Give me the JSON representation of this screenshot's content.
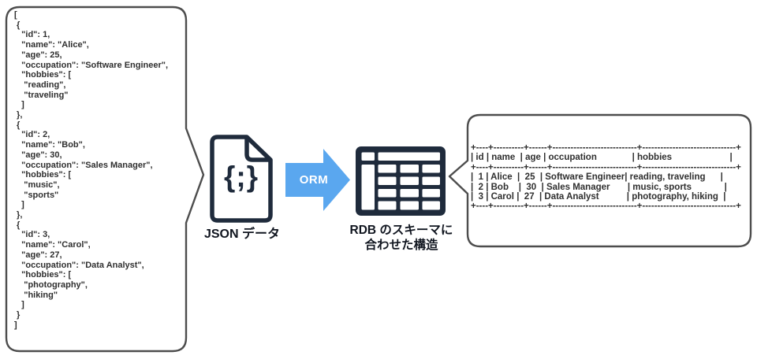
{
  "colors": {
    "icon_navy": "#1f2b3c",
    "arrow_blue": "#5aa7ef",
    "bubble_border": "#4d4d4d",
    "code_text": "#2f2f2f",
    "label_text": "#10151f",
    "background": "#ffffff"
  },
  "left_bubble": {
    "json_lines": [
      "[",
      " {",
      "   \"id\": 1,",
      "   \"name\": \"Alice\",",
      "   \"age\": 25,",
      "   \"occupation\": \"Software Engineer\",",
      "   \"hobbies\": [",
      "    \"reading\",",
      "    \"traveling\"",
      "   ]",
      " },",
      " {",
      "   \"id\": 2,",
      "   \"name\": \"Bob\",",
      "   \"age\": 30,",
      "   \"occupation\": \"Sales Manager\",",
      "   \"hobbies\": [",
      "    \"music\",",
      "    \"sports\"",
      "   ]",
      " },",
      " {",
      "   \"id\": 3,",
      "   \"name\": \"Carol\",",
      "   \"age\": 27,",
      "   \"occupation\": \"Data Analyst\",",
      "   \"hobbies\": [",
      "    \"photography\",",
      "    \"hiking\"",
      "   ]",
      " }",
      "]"
    ]
  },
  "json_file": {
    "icon_text": "{;}",
    "label": "JSON データ"
  },
  "arrow": {
    "label": "ORM"
  },
  "rdb": {
    "line1": "RDB のスキーマに",
    "line2": "合わせた構造"
  },
  "right_bubble": {
    "columns": [
      "id",
      "name",
      "age",
      "occupation",
      "hobbies"
    ],
    "rows": [
      [
        "1",
        "Alice",
        "25",
        "Software Engineer",
        "reading, traveling"
      ],
      [
        "2",
        "Bob",
        "30",
        "Sales Manager",
        "music, sports"
      ],
      [
        "3",
        "Carol",
        "27",
        "Data Analyst",
        "photography, hiking"
      ]
    ],
    "ascii_lines": [
      "+----+----------+------+----------------------------+-------------------------------+",
      "| id | name  | age | occupation              | hobbies                       |",
      "+----+----------+------+----------------------------+-------------------------------+",
      "|  1 | Alice  |  25  | Software Engineer| reading, traveling      |",
      "|  2 | Bob    |  30  | Sales Manager       | music, sports             |",
      "|  3 | Carol |  27  | Data Analyst           | photography, hiking  |",
      "+----+----------+------+----------------------------+-------------------------------+"
    ]
  }
}
